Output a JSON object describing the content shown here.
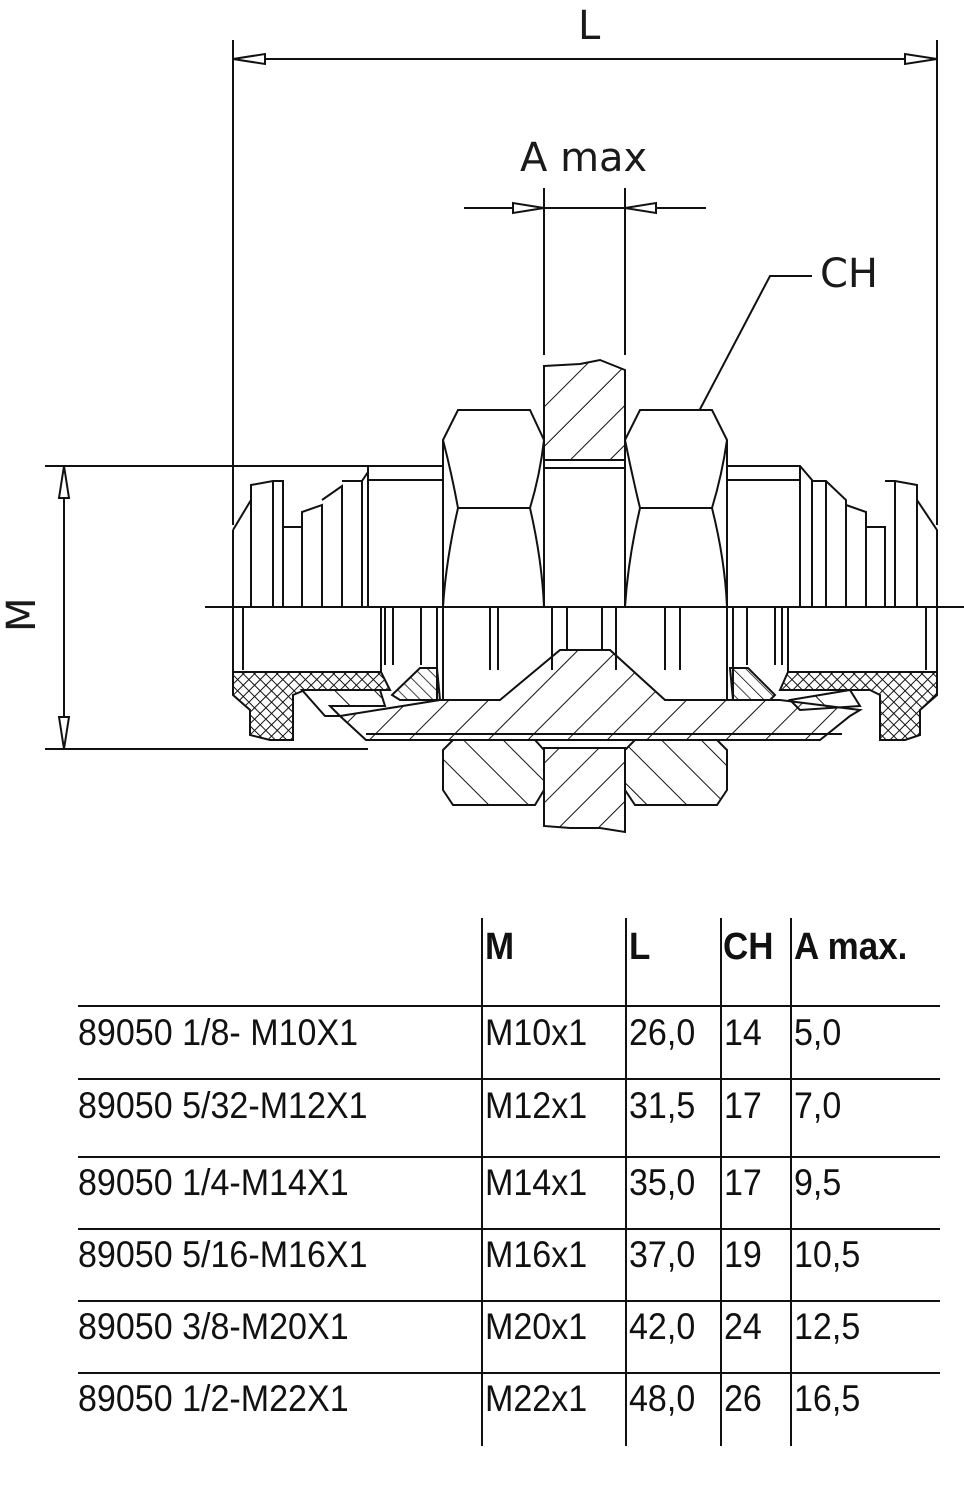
{
  "drawing": {
    "labels": {
      "length": "L",
      "a_max": "A max",
      "hex": "CH",
      "thread": "M"
    }
  },
  "table": {
    "headers": [
      "",
      "M",
      "L",
      "CH",
      "A max."
    ],
    "rows": [
      [
        "89050 1/8- M10X1",
        "M10x1",
        "26,0",
        "14",
        "5,0"
      ],
      [
        "89050 5/32-M12X1",
        "M12x1",
        "31,5",
        "17",
        "7,0"
      ],
      [
        "89050 1/4-M14X1",
        "M14x1",
        "35,0",
        "17",
        "9,5"
      ],
      [
        "89050 5/16-M16X1",
        "M16x1",
        "37,0",
        "19",
        "10,5"
      ],
      [
        "89050 3/8-M20X1",
        "M20x1",
        "42,0",
        "24",
        "12,5"
      ],
      [
        "89050 1/2-M22X1",
        "M22x1",
        "48,0",
        "26",
        "16,5"
      ]
    ]
  },
  "chart_data": {
    "type": "table",
    "title": "Bulkhead connector 89050 dimensions",
    "columns": [
      "Code",
      "M",
      "L",
      "CH",
      "A max."
    ],
    "rows": [
      [
        "89050 1/8- M10X1",
        "M10x1",
        26.0,
        14,
        5.0
      ],
      [
        "89050 5/32-M12X1",
        "M12x1",
        31.5,
        17,
        7.0
      ],
      [
        "89050 1/4-M14X1",
        "M14x1",
        35.0,
        17,
        9.5
      ],
      [
        "89050 5/16-M16X1",
        "M16x1",
        37.0,
        19,
        10.5
      ],
      [
        "89050 3/8-M20X1",
        "M20x1",
        42.0,
        24,
        12.5
      ],
      [
        "89050 1/2-M22X1",
        "M22x1",
        48.0,
        26,
        16.5
      ]
    ]
  }
}
